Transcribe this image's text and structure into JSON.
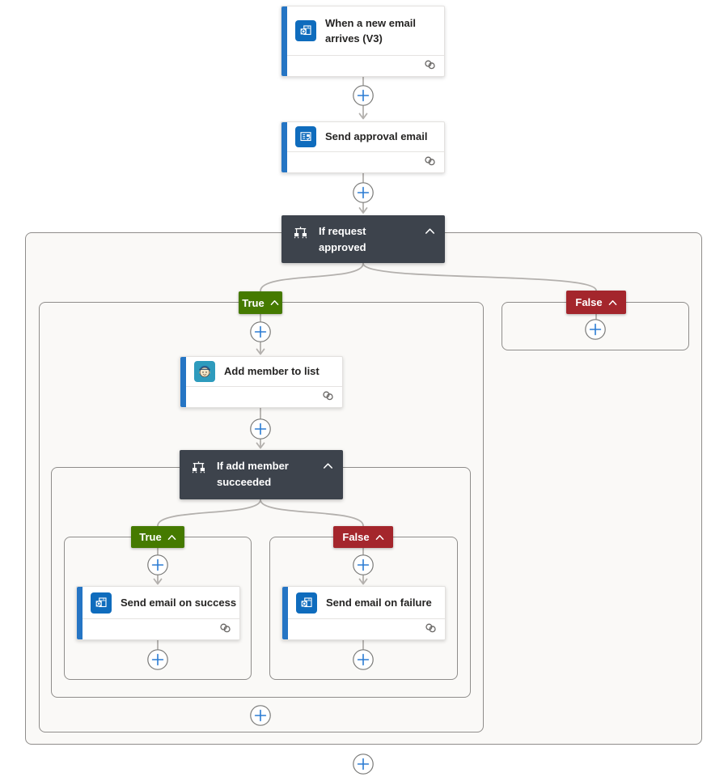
{
  "labels": {
    "true": "True",
    "false": "False"
  },
  "nodes": {
    "trigger": {
      "title": "When a new email arrives (V3)",
      "icon": "outlook-icon"
    },
    "send_approval": {
      "title": "Send approval email",
      "icon": "approvals-icon"
    },
    "if_request": {
      "title": "If request approved",
      "icon": "condition-icon"
    },
    "add_member": {
      "title": "Add member to list",
      "icon": "mailchimp-icon"
    },
    "if_add_member": {
      "title": "If add member succeeded",
      "icon": "condition-icon"
    },
    "send_success": {
      "title": "Send email on success",
      "icon": "outlook-icon"
    },
    "send_failure": {
      "title": "Send email on failure",
      "icon": "outlook-icon"
    }
  },
  "colors": {
    "true_badge": "#457a00",
    "false_badge": "#a4262c",
    "condition_card": "#3d434c",
    "card_accent_bar": "#2575c4",
    "app_icon_blue": "#0f6cbd",
    "app_icon_teal": "#2e9bbd",
    "plus_sign": "#2b7cd3",
    "connector_line": "#b3b0ad",
    "scope_border": "#8f8d8b",
    "scope_background": "#faf9f7"
  }
}
